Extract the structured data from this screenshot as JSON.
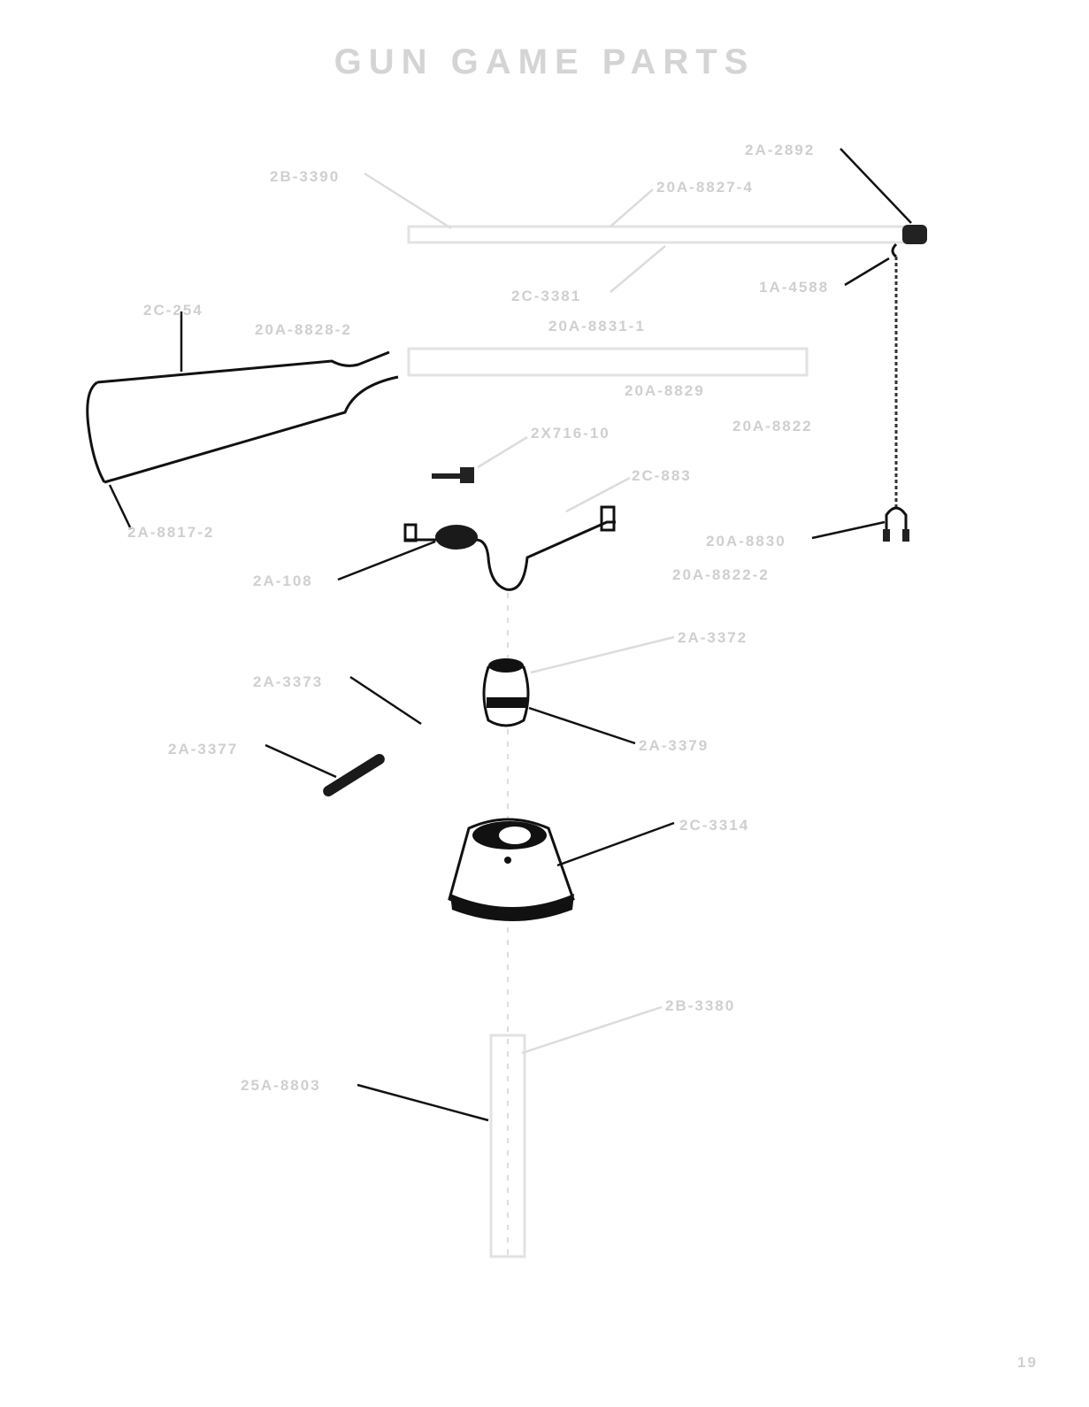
{
  "title": "GUN GAME PARTS",
  "page_number": "19",
  "parts": {
    "front_cap": "2A-2892",
    "barrel_rear": "2B-3390",
    "barrel_tube": "20A-8827-4",
    "barrel_clamp": "2C-3381",
    "chain_ring": "1A-4588",
    "stock": "2C-254",
    "frame_left_bolt": "20A-8828-2",
    "frame_mid_bolt": "20A-8831-1",
    "frame_rear_bolt": "20A-8829",
    "frame_end_bolt": "20A-8822",
    "switch": "2X716-10",
    "bracket": "2C-883",
    "butt_plate": "2A-8817-2",
    "u_clamp": "20A-8830",
    "weight": "2A-108",
    "bracket_bolt": "20A-8822-2",
    "bushing_screw": "2A-3372",
    "pin_set": "2A-3373",
    "pin": "2A-3377",
    "bushing": "2A-3379",
    "base_cone": "2C-3314",
    "post_pin": "2B-3380",
    "post": "25A-8803"
  }
}
